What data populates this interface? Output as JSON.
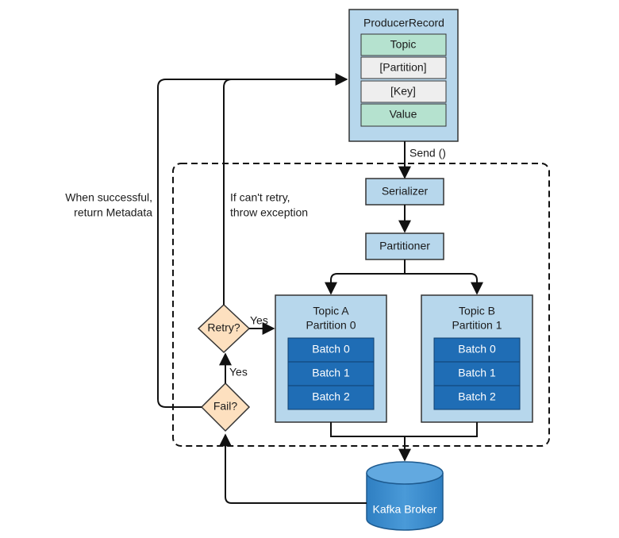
{
  "producer_record": {
    "title": "ProducerRecord",
    "fields": [
      "Topic",
      "[Partition]",
      "[Key]",
      "Value"
    ]
  },
  "send_label": "Send ()",
  "serializer": "Serializer",
  "partitioner": "Partitioner",
  "partitions": [
    {
      "topic": "Topic A",
      "partition": "Partition 0",
      "batches": [
        "Batch 0",
        "Batch 1",
        "Batch 2"
      ]
    },
    {
      "topic": "Topic B",
      "partition": "Partition 1",
      "batches": [
        "Batch 0",
        "Batch 1",
        "Batch 2"
      ]
    }
  ],
  "retry_decision": "Retry?",
  "fail_decision": "Fail?",
  "yes_retry": "Yes",
  "yes_fail": "Yes",
  "success_note": [
    "When successful,",
    "return Metadata"
  ],
  "exception_note": [
    "If can't retry,",
    "throw exception"
  ],
  "broker": "Kafka Broker",
  "colors": {
    "light_blue": "#b7d7ec",
    "dark_blue": "#1f6db5",
    "green": "#b5e2cf",
    "gray": "#eeeeee",
    "decision": "#fde0bf",
    "broker": "#3b8dcf"
  }
}
